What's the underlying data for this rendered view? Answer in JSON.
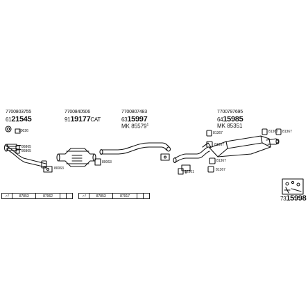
{
  "header_refs": {
    "r1": "7700803755",
    "r2": "7700840506",
    "r3": "7700807483",
    "r4": "7700797695"
  },
  "big_codes": {
    "b1_prefix": "61",
    "b1_main": "21545",
    "b2_prefix": "91",
    "b2_main": "19177",
    "b2_suffix": "CAT",
    "b3_prefix": "63",
    "b3_main": "15997",
    "b3_mk": "MK",
    "b3_mk_num": "85579",
    "b3_mk_sup": "1",
    "b4_prefix": "64",
    "b4_main": "15985",
    "b4_mk": "MK",
    "b4_mk_num": "85351"
  },
  "part_labels": {
    "p_80026": "80026",
    "p_86865": "86865",
    "p_86805": "86805",
    "p_80063a": "80063",
    "p_80063b": "80063",
    "p_82501": "82501",
    "p_81367a": "81367",
    "p_81367b": "81367",
    "p_81367c": "81367",
    "p_81367d": "81367",
    "p_81367e": "81367",
    "p_81367f": "81367"
  },
  "tables": {
    "left": [
      "87853",
      "87962",
      "",
      ""
    ],
    "right": [
      "87853",
      "87917",
      "",
      ""
    ]
  },
  "footer": {
    "code_prefix": "73",
    "code_main": "15998"
  }
}
